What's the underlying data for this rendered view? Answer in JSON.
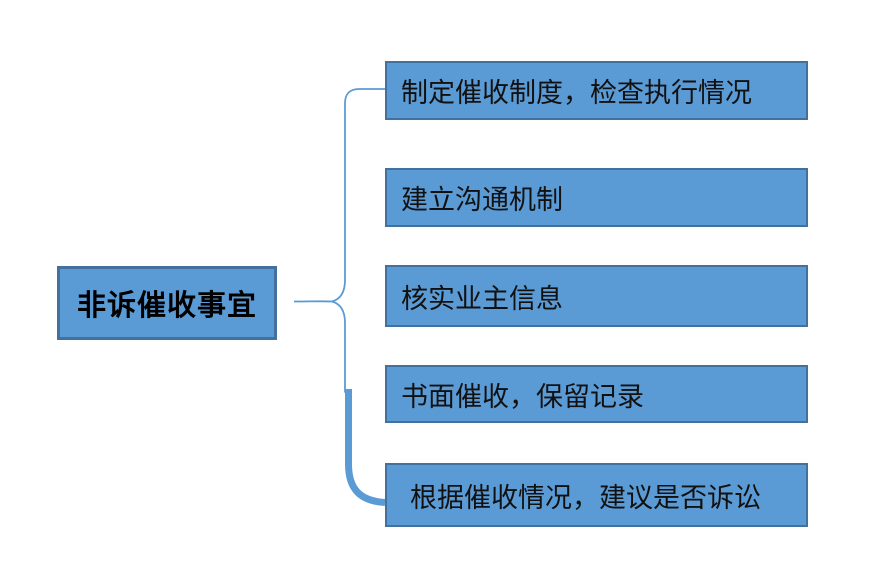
{
  "diagram": {
    "root": {
      "label": "非诉催收事宜"
    },
    "children": [
      {
        "label": "制定催收制度，检查执行情况"
      },
      {
        "label": "建立沟通机制"
      },
      {
        "label": "核实业主信息"
      },
      {
        "label": "书面催收，保留记录"
      },
      {
        "label": "根据催收情况，建议是否诉讼"
      }
    ],
    "colors": {
      "box_fill": "#5B9BD5",
      "box_border": "#41719C",
      "connector": "#5B9BD5",
      "text": "#000000",
      "background": "#FFFFFF"
    }
  }
}
